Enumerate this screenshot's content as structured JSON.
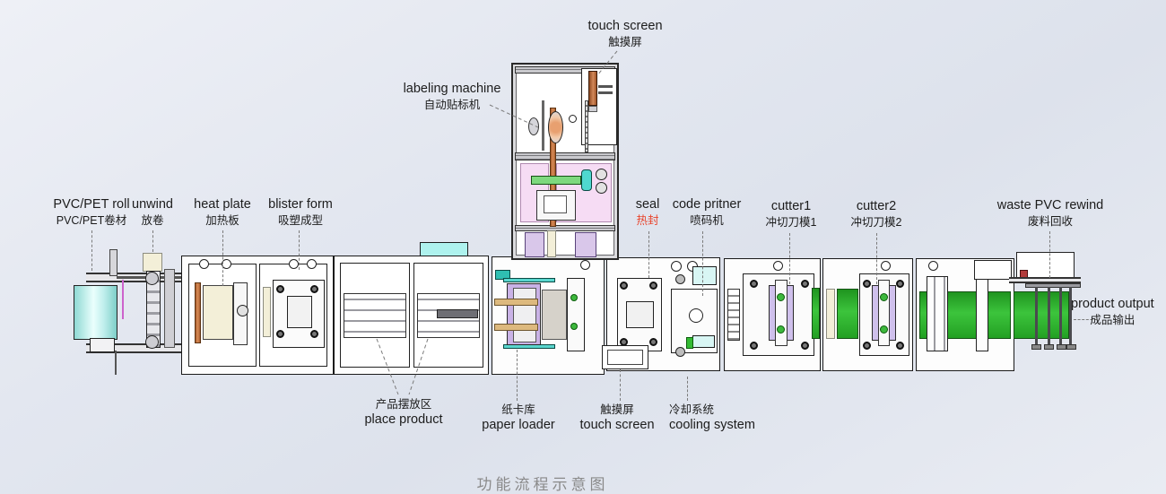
{
  "title": "功能流程示意图",
  "labels": {
    "touch_screen_top": {
      "en": "touch screen",
      "zh": "触摸屏"
    },
    "labeling_machine": {
      "en": "labeling machine",
      "zh": "自动贴标机"
    },
    "pvc_roll": {
      "en": "PVC/PET roll",
      "zh": "PVC/PET卷材"
    },
    "unwind": {
      "en": "unwind",
      "zh": "放卷"
    },
    "heat_plate": {
      "en": "heat plate",
      "zh": "加热板"
    },
    "blister_form": {
      "en": "blister form",
      "zh": "吸塑成型"
    },
    "seal": {
      "en": "seal",
      "zh": "热封"
    },
    "code_printer": {
      "en": "code pritner",
      "zh": "喷码机"
    },
    "cutter1": {
      "en": "cutter1",
      "zh": "冲切刀模1"
    },
    "cutter2": {
      "en": "cutter2",
      "zh": "冲切刀模2"
    },
    "waste_rewind": {
      "en": "waste PVC rewind",
      "zh": "废料回收"
    },
    "product_output": {
      "en": "product output",
      "zh": "成品输出"
    },
    "place_product": {
      "zh": "产品摆放区",
      "en": "place product"
    },
    "paper_loader": {
      "zh": "纸卡库",
      "en": "paper loader"
    },
    "touch_screen_bottom": {
      "zh": "触摸屏",
      "en": "touch screen"
    },
    "cooling_system": {
      "zh": "冷却系统",
      "en": "cooling system"
    }
  },
  "colors": {
    "seal_zh_accent": "#e8442c",
    "conveyor_green": "#2eb52e",
    "roll_cyan": "#bfeeec",
    "tower_pink": "#f6dcf4",
    "die_lavender": "#cfc0ec",
    "screen_orange": "#c2703c"
  }
}
